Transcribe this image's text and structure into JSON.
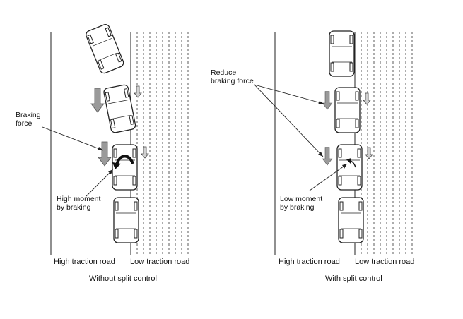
{
  "left_panel": {
    "caption": "Without split control",
    "road_left_label": "High traction road",
    "road_right_label": "Low traction road",
    "braking_force_label": "Braking\nforce",
    "moment_label": "High moment\nby braking"
  },
  "right_panel": {
    "caption": "With split control",
    "road_left_label": "High traction road",
    "road_right_label": "Low traction road",
    "reduce_force_label": "Reduce\nbraking force",
    "moment_label": "Low moment\nby braking"
  },
  "colors": {
    "line": "#222222",
    "arrow_fill": "#9a9a9a",
    "arrow_fill_small": "#d0d0d0",
    "moment_arrow": "#111111"
  }
}
